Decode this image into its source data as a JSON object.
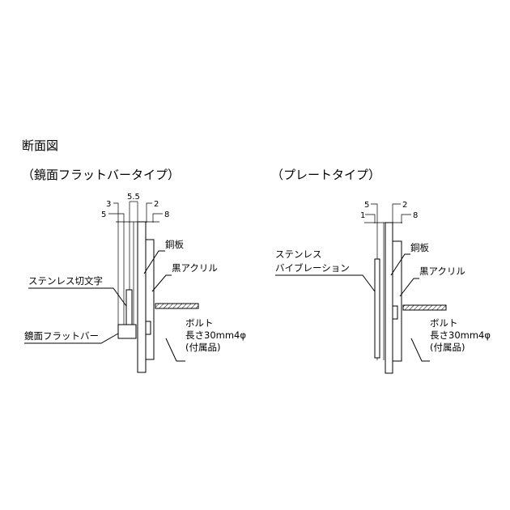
{
  "title": "断面図",
  "left": {
    "subtitle": "（鏡面フラットバータイプ）",
    "dims": [
      "3",
      "5.5",
      "2",
      "5",
      "8"
    ],
    "labels": {
      "stainless_letter": "ステンレス切文字",
      "mirror_flat_bar": "鏡面フラットバー",
      "copper_plate": "銅板",
      "black_acrylic": "黒アクリル",
      "bolt_1": "ボルト",
      "bolt_2": "長さ30mm4φ",
      "bolt_3": "(付属品)"
    }
  },
  "right": {
    "subtitle": "（プレートタイプ）",
    "dims": [
      "5",
      "2",
      "1",
      "8"
    ],
    "labels": {
      "stainless_1": "ステンレス",
      "stainless_2": "バイブレーション",
      "copper_plate": "銅板",
      "black_acrylic": "黒アクリル",
      "bolt_1": "ボルト",
      "bolt_2": "長さ30mm4φ",
      "bolt_3": "(付属品)"
    }
  }
}
